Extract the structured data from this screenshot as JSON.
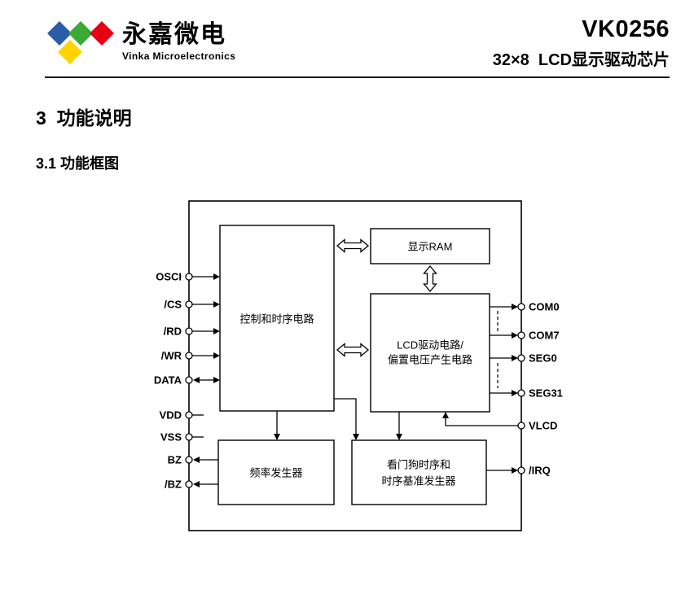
{
  "logo_colors": {
    "blue": "#2a5caa",
    "green": "#3aaa35",
    "red": "#e60012",
    "yellow": "#ffd400"
  },
  "header": {
    "brand_name": "永嘉微电",
    "brand_subtitle": "Vinka Microelectronics",
    "part_number": "VK0256",
    "part_description": "32×8  LCD显示驱动芯片"
  },
  "headings": {
    "section": "3  功能说明",
    "subsection": "3.1 功能框图"
  },
  "diagram": {
    "blocks": {
      "control": "控制和时序电路",
      "ram": "显示RAM",
      "lcd_line1": "LCD驱动电路/",
      "lcd_line2": "偏置电压产生电路",
      "freq": "频率发生器",
      "watchdog_line1": "看门狗时序和",
      "watchdog_line2": "时序基准发生器"
    },
    "left_pins": [
      "OSCI",
      "/CS",
      "/RD",
      "/WR",
      "DATA",
      "VDD",
      "VSS",
      "BZ",
      "/BZ"
    ],
    "right_pins": [
      "COM0",
      "COM7",
      "SEG0",
      "SEG31",
      "VLCD",
      "/IRQ"
    ]
  }
}
